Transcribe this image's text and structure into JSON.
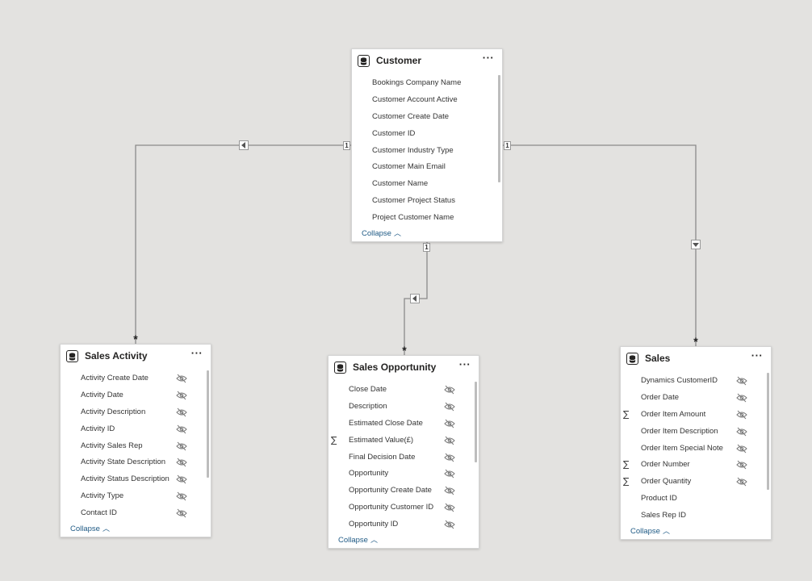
{
  "tables": [
    {
      "key": "customer",
      "title": "Customer",
      "collapse_label": "Collapse",
      "fields": [
        {
          "name": "Bookings Company Name",
          "sum": false,
          "hidden": false
        },
        {
          "name": "Customer Account Active",
          "sum": false,
          "hidden": false
        },
        {
          "name": "Customer Create Date",
          "sum": false,
          "hidden": false
        },
        {
          "name": "Customer ID",
          "sum": false,
          "hidden": false
        },
        {
          "name": "Customer Industry Type",
          "sum": false,
          "hidden": false
        },
        {
          "name": "Customer Main Email",
          "sum": false,
          "hidden": false
        },
        {
          "name": "Customer Name",
          "sum": false,
          "hidden": false
        },
        {
          "name": "Customer Project Status",
          "sum": false,
          "hidden": false
        },
        {
          "name": "Project Customer Name",
          "sum": false,
          "hidden": false
        }
      ]
    },
    {
      "key": "sales-activity",
      "title": "Sales Activity",
      "collapse_label": "Collapse",
      "fields": [
        {
          "name": "Activity Create Date",
          "sum": false,
          "hidden": true
        },
        {
          "name": "Activity Date",
          "sum": false,
          "hidden": true
        },
        {
          "name": "Activity Description",
          "sum": false,
          "hidden": true
        },
        {
          "name": "Activity ID",
          "sum": false,
          "hidden": true
        },
        {
          "name": "Activity Sales Rep",
          "sum": false,
          "hidden": true
        },
        {
          "name": "Activity State Description",
          "sum": false,
          "hidden": true
        },
        {
          "name": "Activity Status Description",
          "sum": false,
          "hidden": true
        },
        {
          "name": "Activity Type",
          "sum": false,
          "hidden": true
        },
        {
          "name": "Contact ID",
          "sum": false,
          "hidden": true
        }
      ]
    },
    {
      "key": "sales-opportunity",
      "title": "Sales Opportunity",
      "collapse_label": "Collapse",
      "fields": [
        {
          "name": "Close Date",
          "sum": false,
          "hidden": true
        },
        {
          "name": "Description",
          "sum": false,
          "hidden": true
        },
        {
          "name": "Estimated Close Date",
          "sum": false,
          "hidden": true
        },
        {
          "name": "Estimated Value(£)",
          "sum": true,
          "hidden": true
        },
        {
          "name": "Final Decision Date",
          "sum": false,
          "hidden": true
        },
        {
          "name": "Opportunity",
          "sum": false,
          "hidden": true
        },
        {
          "name": "Opportunity Create Date",
          "sum": false,
          "hidden": true
        },
        {
          "name": "Opportunity Customer ID",
          "sum": false,
          "hidden": true
        },
        {
          "name": "Opportunity ID",
          "sum": false,
          "hidden": true
        }
      ]
    },
    {
      "key": "sales",
      "title": "Sales",
      "collapse_label": "Collapse",
      "fields": [
        {
          "name": "Dynamics CustomerID",
          "sum": false,
          "hidden": true
        },
        {
          "name": "Order Date",
          "sum": false,
          "hidden": true
        },
        {
          "name": "Order Item Amount",
          "sum": true,
          "hidden": true
        },
        {
          "name": "Order Item Description",
          "sum": false,
          "hidden": true
        },
        {
          "name": "Order Item Special Note",
          "sum": false,
          "hidden": true
        },
        {
          "name": "Order Number",
          "sum": true,
          "hidden": true
        },
        {
          "name": "Order Quantity",
          "sum": true,
          "hidden": true
        },
        {
          "name": "Product ID",
          "sum": false,
          "hidden": false
        },
        {
          "name": "Sales Rep ID",
          "sum": false,
          "hidden": false
        }
      ]
    }
  ],
  "relationships": [
    {
      "key": "customer-activity",
      "from": "Customer",
      "to": "Sales Activity",
      "one_label": "1",
      "many_label": "*"
    },
    {
      "key": "customer-opportunity",
      "from": "Customer",
      "to": "Sales Opportunity",
      "one_label": "1",
      "many_label": "*"
    },
    {
      "key": "customer-sales",
      "from": "Customer",
      "to": "Sales",
      "one_label": "1",
      "many_label": "*"
    }
  ],
  "icons": {
    "table": "table-database-icon",
    "more": "more-options-icon",
    "hidden": "eye-hidden-icon",
    "sum": "sigma-icon",
    "collapse": "chevron-up-icon"
  },
  "colors": {
    "canvas": "#e3e2e0",
    "card": "#ffffff",
    "link": "#1f5a85",
    "line": "#8a8a8a"
  }
}
